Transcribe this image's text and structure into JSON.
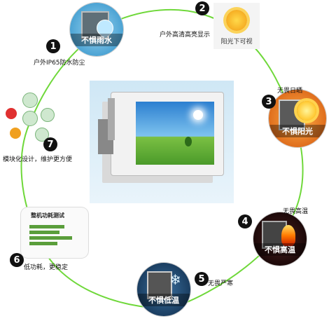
{
  "center_image": {
    "caption": ""
  },
  "features": [
    {
      "number": "1",
      "caption": "户外IP65防水防尘",
      "badge_text": "不惧雨水",
      "icon": "raindrop-icon"
    },
    {
      "number": "2",
      "caption": "户外高清高亮显示",
      "badge_text": "阳光下可视",
      "icon": "sun-icon"
    },
    {
      "number": "3",
      "caption": "无畏日晒",
      "badge_text": "不惧阳光",
      "icon": "sun-icon"
    },
    {
      "number": "4",
      "caption": "无畏高温",
      "badge_text": "不惧高温",
      "icon": "flame-icon"
    },
    {
      "number": "5",
      "caption": "无畏严寒",
      "badge_text": "不惧低温",
      "icon": "snowflake-icon"
    },
    {
      "number": "6",
      "caption": "低功耗，更稳定",
      "badge_text": "整机功耗测试",
      "icon": "chart-icon"
    },
    {
      "number": "7",
      "caption": "模块化设计，维护更方便",
      "badge_text": "",
      "icon": "module-diagram-icon"
    }
  ],
  "colors": {
    "ring": "#6fd83a",
    "badge_number_bg": "#111111"
  }
}
